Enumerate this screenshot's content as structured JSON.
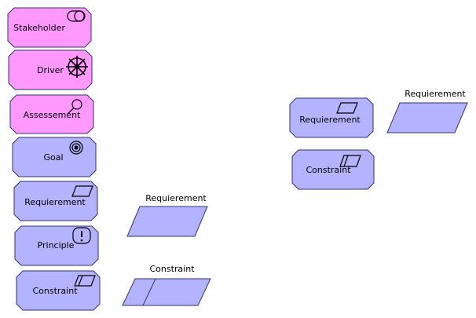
{
  "colors": {
    "motivation_fill": "#ff99ff",
    "requirement_fill": "#b3b3ff",
    "stroke": "#333366",
    "background": "#ffffff"
  },
  "elements": [
    {
      "label": "Stakeholder",
      "icon": "stakeholder-icon",
      "kind": "motivation"
    },
    {
      "label": "Driver",
      "icon": "driver-wheel-icon",
      "kind": "motivation"
    },
    {
      "label": "Assessement",
      "icon": "assessment-magnifier-icon",
      "kind": "motivation"
    },
    {
      "label": "Goal",
      "icon": "goal-target-icon",
      "kind": "requirement"
    },
    {
      "label": "Requierement",
      "icon": "requirement-parallelogram-icon",
      "kind": "requirement"
    },
    {
      "label": "Principle",
      "icon": "principle-exclamation-icon",
      "kind": "requirement"
    },
    {
      "label": "Constraint",
      "icon": "constraint-parallelogram-icon",
      "kind": "requirement"
    },
    {
      "label": "Requierement",
      "icon": "requirement-parallelogram-icon",
      "kind": "requirement"
    },
    {
      "label": "Constraint",
      "icon": "constraint-parallelogram-icon",
      "kind": "requirement"
    }
  ],
  "shapes": [
    {
      "label": "Requierement",
      "kind": "requirement-shape"
    },
    {
      "label": "Constraint",
      "kind": "constraint-shape"
    },
    {
      "label": "Requierement",
      "kind": "requirement-shape"
    }
  ]
}
